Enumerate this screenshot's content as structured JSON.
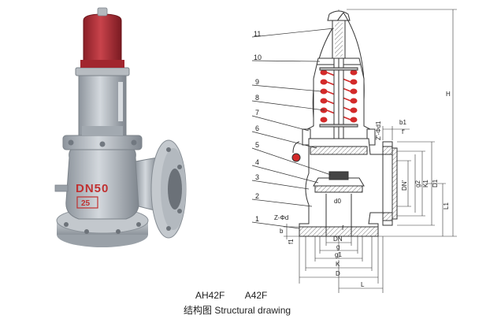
{
  "product_photo": {
    "body_lettering": "DN50",
    "badge_lettering": "25"
  },
  "callouts": [
    "11",
    "10",
    "9",
    "8",
    "7",
    "6",
    "5",
    "4",
    "3",
    "2",
    "1"
  ],
  "dimensions": {
    "height": "H",
    "outlet_center": "L1",
    "outlet_d1": "D1",
    "outlet_k1": "K1",
    "outlet_dn": "DN'",
    "outlet_g2": "g2",
    "outlet_flange_bolts": "Z'-Φd1",
    "outlet_b1": "b1",
    "outlet_f1": "f'",
    "inlet_bolts": "Z-Φd",
    "inlet_b": "b",
    "inlet_f": "f1",
    "seat_d0": "d0",
    "inlet_f_label": "f",
    "inlet_dn": "DN",
    "inlet_g": "g",
    "inlet_g1": "g1",
    "inlet_k": "K",
    "inlet_d": "D",
    "length_l": "L"
  },
  "caption": {
    "model_a": "AH42F",
    "model_b": "A42F",
    "title": "结构图 Structural drawing"
  },
  "colors": {
    "cap_red": "#b8323a",
    "spring_red": "#d32a2a",
    "body_gray": "#a9b0b8",
    "line": "#333333"
  }
}
